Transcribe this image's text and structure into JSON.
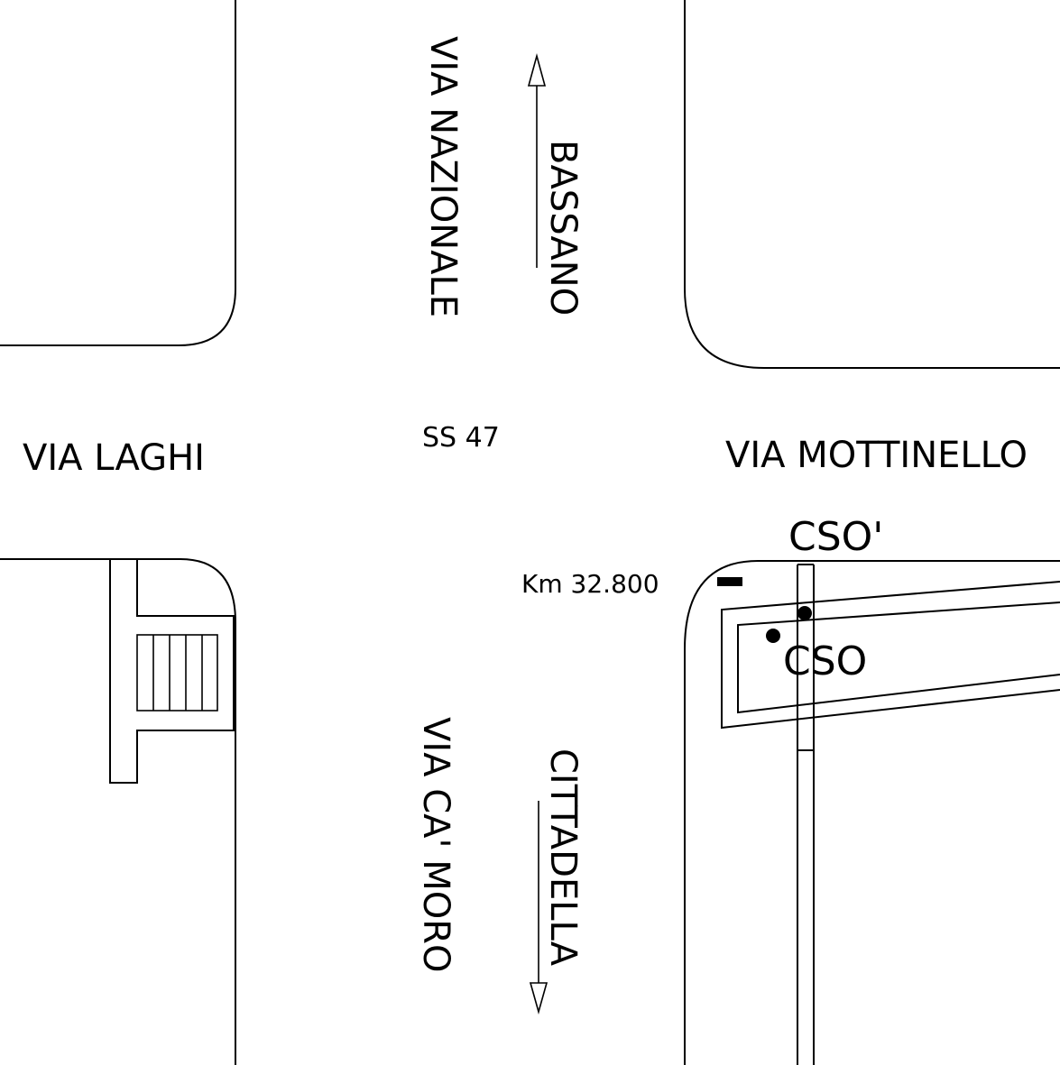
{
  "labels": {
    "via_nazionale": "VIA NAZIONALE",
    "bassano": "BASSANO",
    "ss47": "SS 47",
    "via_laghi": "VIA LAGHI",
    "via_mottinello": "VIA MOTTINELLO",
    "cso_prime": "CSO'",
    "cso": "CSO",
    "km": "Km 32.800",
    "via_ca_moro": "VIA CA' MORO",
    "cittadella": "CITTADELLA"
  }
}
